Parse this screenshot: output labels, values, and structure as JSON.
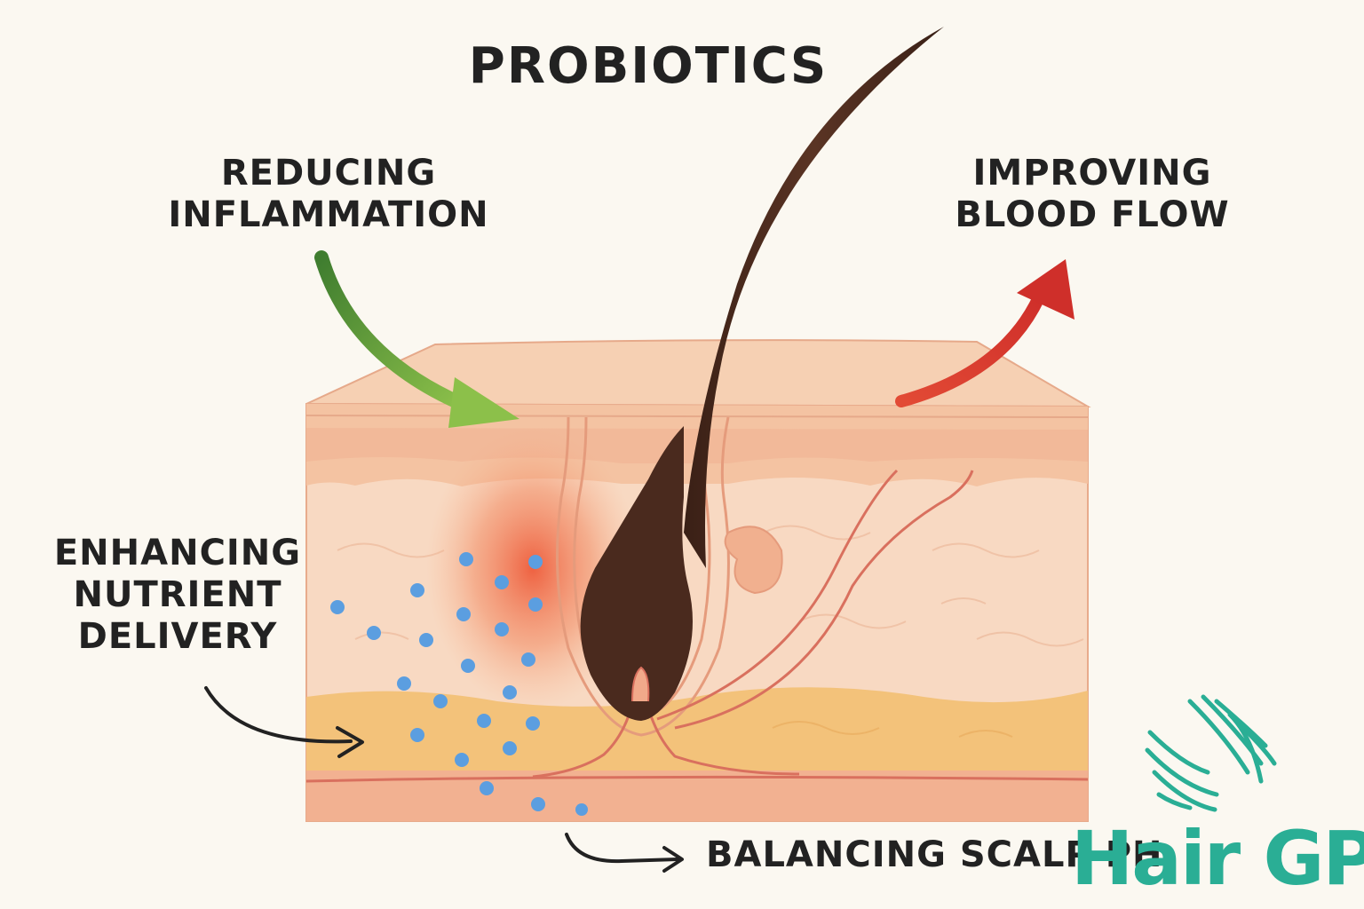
{
  "title": "PROBIOTICS",
  "callouts": {
    "inflammation": [
      "REDUCING",
      "INFLAMMATION"
    ],
    "blood_flow": [
      "IMPROVING",
      "BLOOD FLOW"
    ],
    "nutrient": [
      "ENHANCING",
      "NUTRIENT",
      "DELIVERY"
    ],
    "scalp": "BALANCING SCALP PH"
  },
  "brand": {
    "name": "Hair GP",
    "mark": "®"
  },
  "colors": {
    "text": "#222222",
    "brand": "#2aae95",
    "inflammation_arrow": "#5a9a3c",
    "blood_arrow": "#d9453a",
    "hair": "#4a2a1e",
    "nutrient_dots": "#5b9ee0",
    "epidermis": "#f5c9a8",
    "dermis": "#f7d5bc",
    "fat_layer": "#f3c27a",
    "vessel": "#d9705e"
  }
}
